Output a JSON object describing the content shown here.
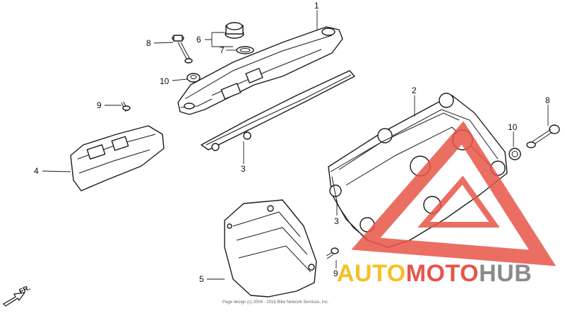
{
  "diagram": {
    "callouts": [
      {
        "id": "c1",
        "label": "1"
      },
      {
        "id": "c2",
        "label": "2"
      },
      {
        "id": "c3a",
        "label": "3"
      },
      {
        "id": "c3b",
        "label": "3"
      },
      {
        "id": "c4",
        "label": "4"
      },
      {
        "id": "c5",
        "label": "5"
      },
      {
        "id": "c6",
        "label": "6"
      },
      {
        "id": "c7",
        "label": "7"
      },
      {
        "id": "c8a",
        "label": "8"
      },
      {
        "id": "c8b",
        "label": "8"
      },
      {
        "id": "c9a",
        "label": "9"
      },
      {
        "id": "c9b",
        "label": "9"
      },
      {
        "id": "c10a",
        "label": "10"
      },
      {
        "id": "c10b",
        "label": "10"
      }
    ],
    "direction_label": "FR.",
    "copyright": "Page design (c) 2004 - 2016 Bike Network Services, Inc."
  },
  "watermark": {
    "part1": "AUTO",
    "part2": "MOTO",
    "part3": "HUB",
    "color_auto": "#f5b400",
    "color_moto": "#e5372c",
    "color_hub": "#777777",
    "triangle_color": "#e85548"
  }
}
